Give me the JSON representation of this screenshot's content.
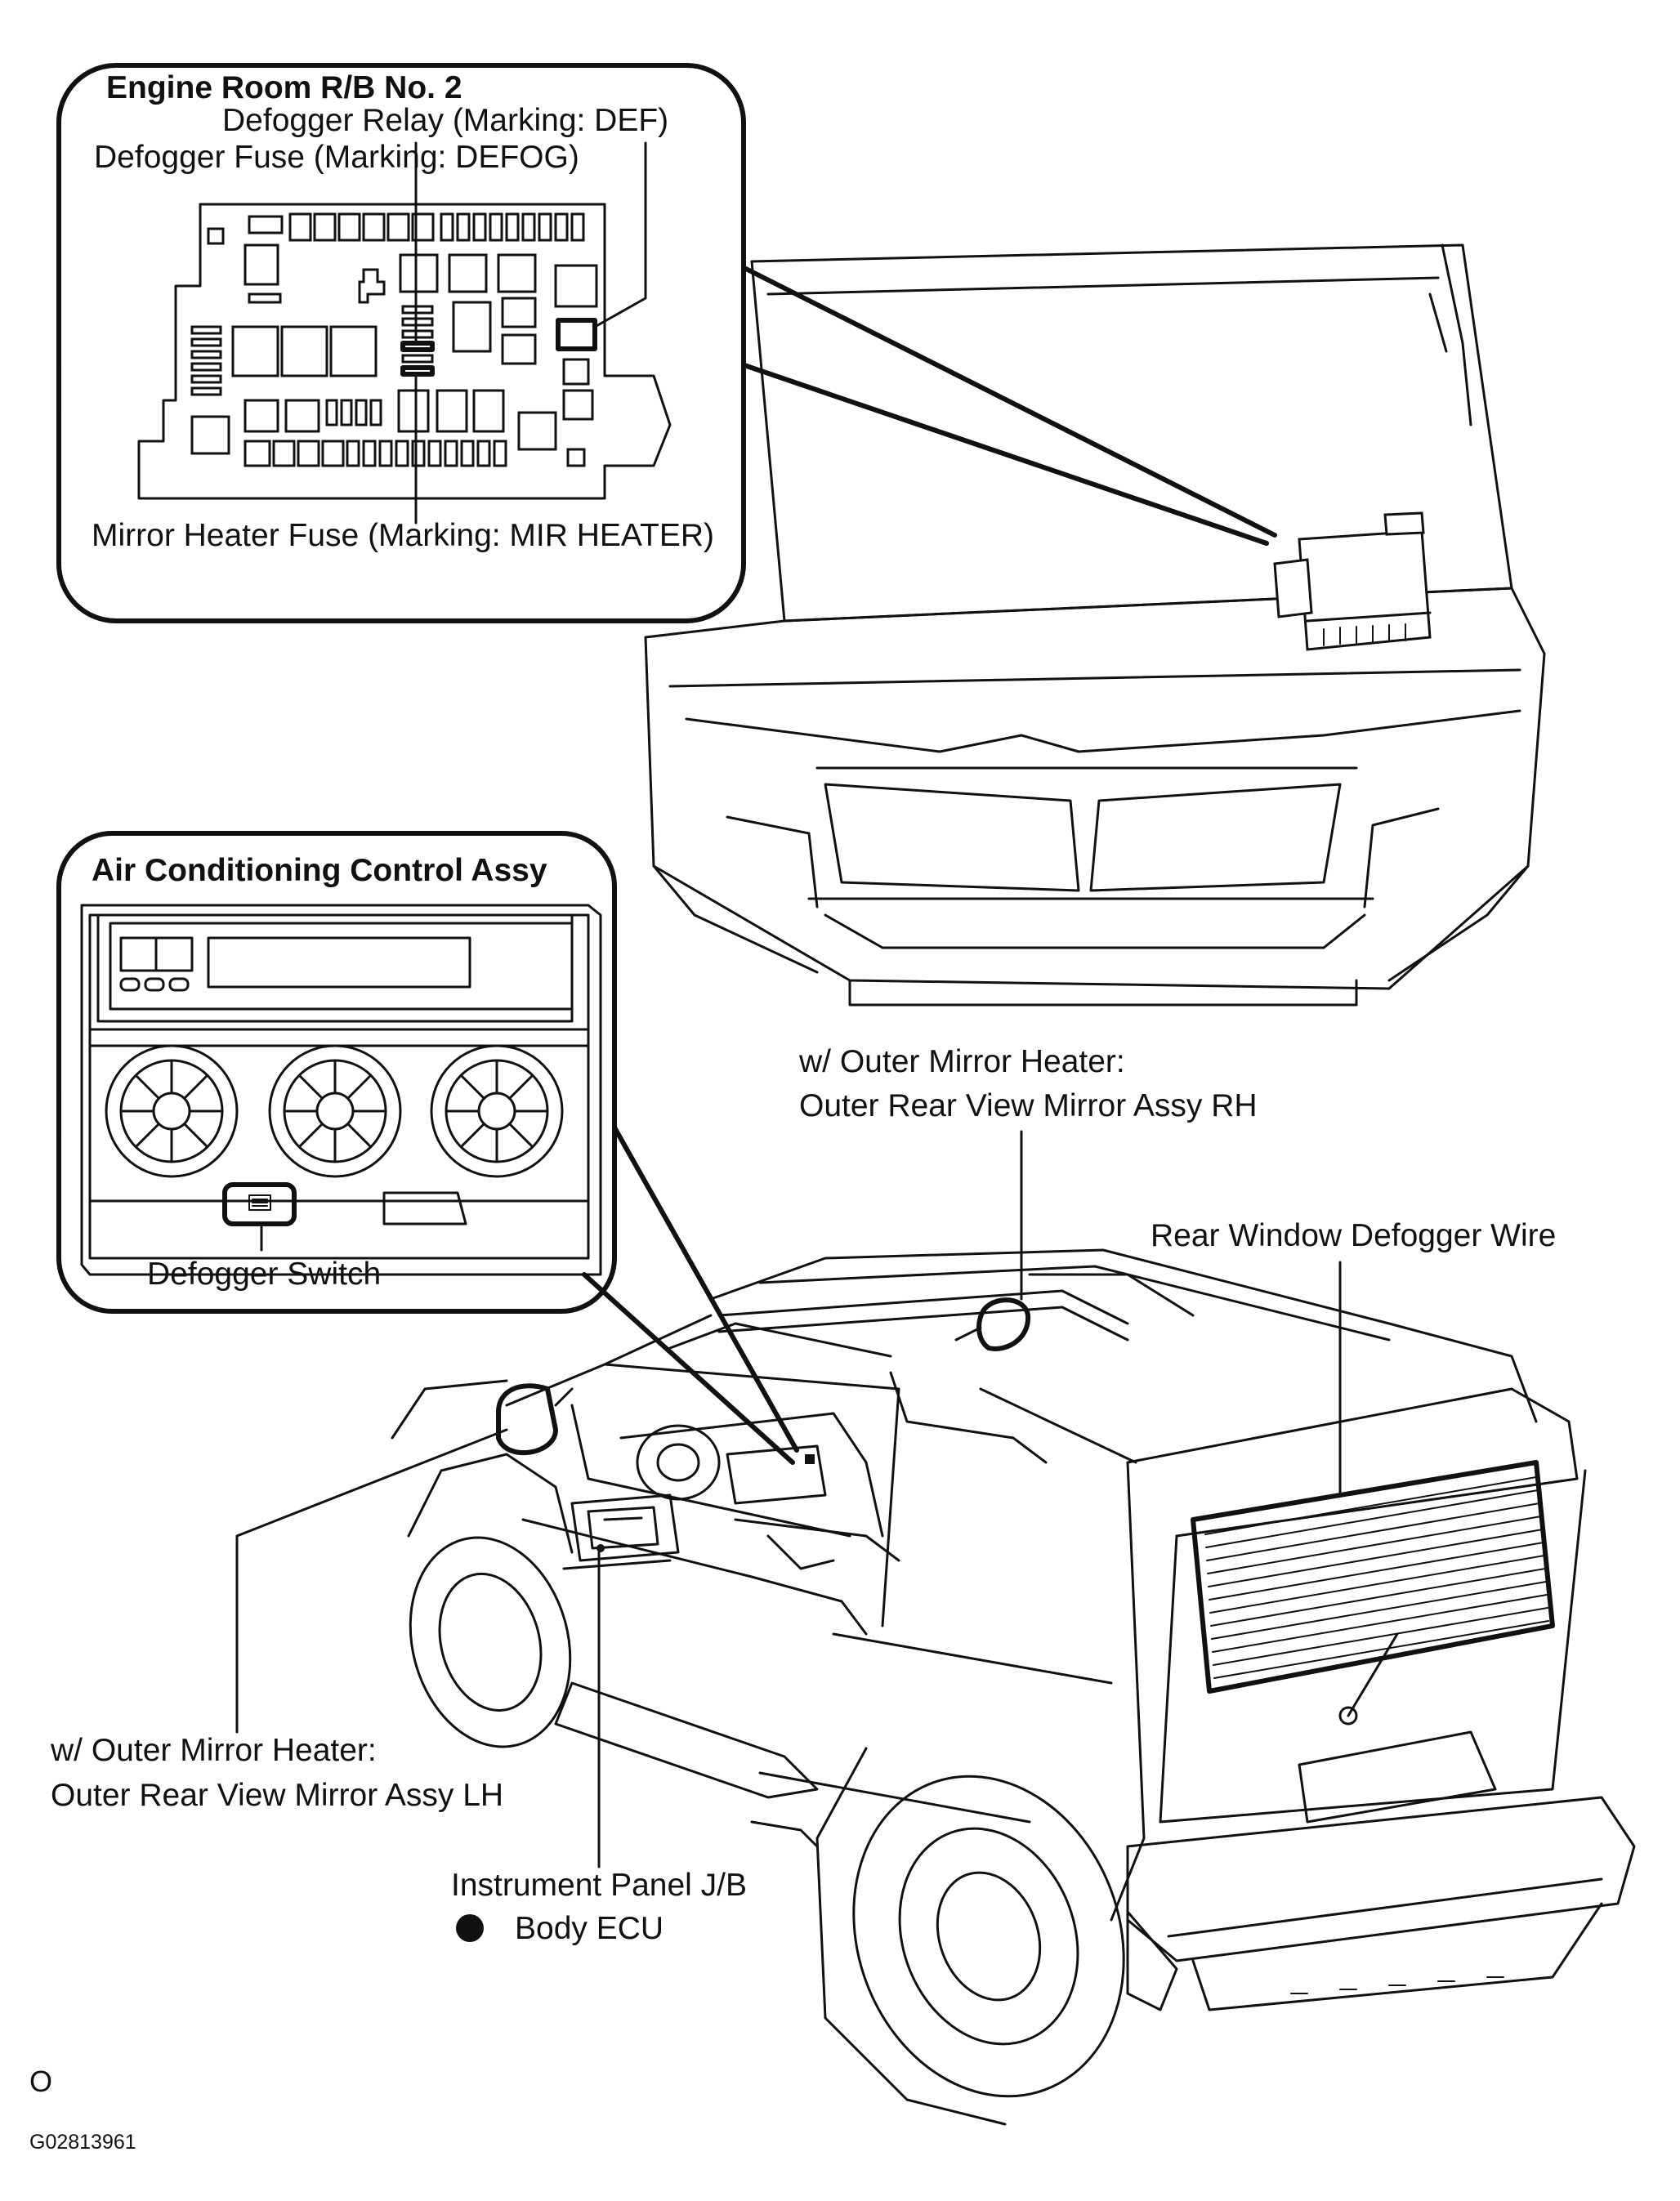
{
  "engine_room_box": {
    "title": "Engine Room R/B No. 2",
    "defogger_relay": "Defogger Relay (Marking: DEF)",
    "defogger_fuse": "Defogger Fuse (Marking: DEFOG)",
    "mirror_heater_fuse": "Mirror Heater Fuse (Marking: MIR HEATER)"
  },
  "ac_box": {
    "title": "Air Conditioning Control Assy",
    "defogger_switch": "Defogger Switch"
  },
  "callouts": {
    "rh_mirror_line1": "w/ Outer Mirror Heater:",
    "rh_mirror_line2": "Outer Rear View Mirror Assy RH",
    "rear_defogger_wire": "Rear Window Defogger Wire",
    "lh_mirror_line1": "w/ Outer Mirror Heater:",
    "lh_mirror_line2": "Outer Rear View Mirror Assy LH",
    "instrument_panel_jb": "Instrument Panel J/B",
    "body_ecu": "Body ECU"
  },
  "footer": {
    "page_mark": "O",
    "figure_code": "G02813961"
  }
}
